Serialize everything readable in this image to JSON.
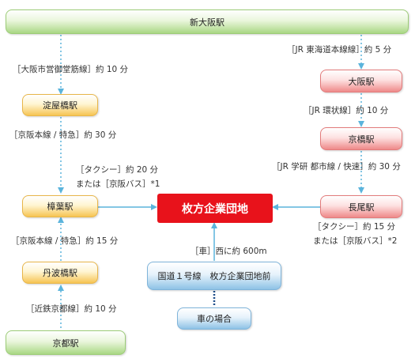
{
  "stations": {
    "shin_osaka": "新大阪駅",
    "yodoyabashi": "淀屋橋駅",
    "kuzuha": "樟葉駅",
    "tambabashi": "丹波橋駅",
    "kyoto": "京都駅",
    "osaka": "大阪駅",
    "kyobashi": "京橋駅",
    "nagao": "長尾駅",
    "destination": "枚方企業団地",
    "route1": "国道１号線　枚方企業団地前",
    "car": "車の場合"
  },
  "routes": {
    "midosuji": "［大阪市営御堂筋線］約 10 分",
    "keihan_1": "［京阪本線 / 特急］約 30 分",
    "taxi_1_line1": "［タクシー］約 20 分",
    "taxi_1_line2": "または［京阪バス］*1",
    "keihan_2": "［京阪本線 / 特急］約 15 分",
    "kintetsu": "［近鉄京都線］約 10 分",
    "tokaido": "［JR 東海道本線線］約 5 分",
    "kanjo": "［JR 環状線］約 10 分",
    "gakken": "［JR 学研 都市線 / 快速］約 30 分",
    "taxi_2_line1": "［タクシー］約 15 分",
    "taxi_2_line2": "または［京阪バス］*2",
    "car_route": "［車］西に約 600m"
  },
  "colors": {
    "arrow": "#5bb4dc",
    "destination": "#e8121b"
  }
}
